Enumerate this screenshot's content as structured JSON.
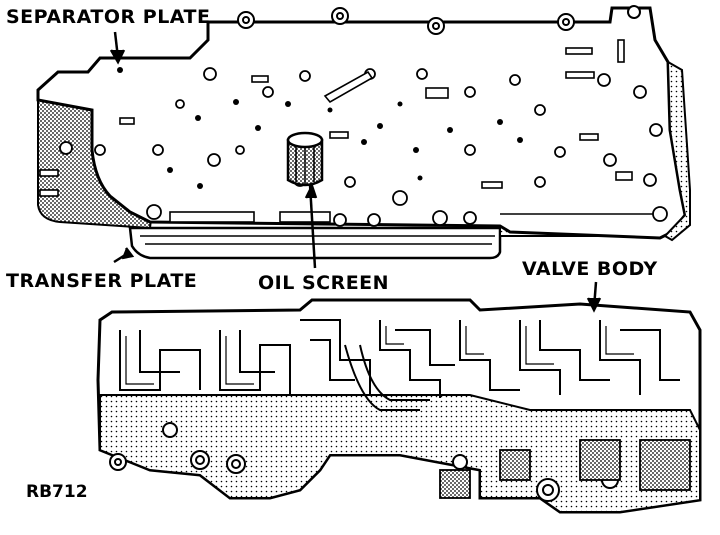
{
  "labels": {
    "separator_plate": "SEPARATOR PLATE",
    "transfer_plate": "TRANSFER PLATE",
    "oil_screen": "OIL SCREEN",
    "valve_body": "VALVE BODY",
    "figure_code": "RB712"
  },
  "colors": {
    "ink": "#000000",
    "paper": "#ffffff",
    "shade": "#555555"
  }
}
